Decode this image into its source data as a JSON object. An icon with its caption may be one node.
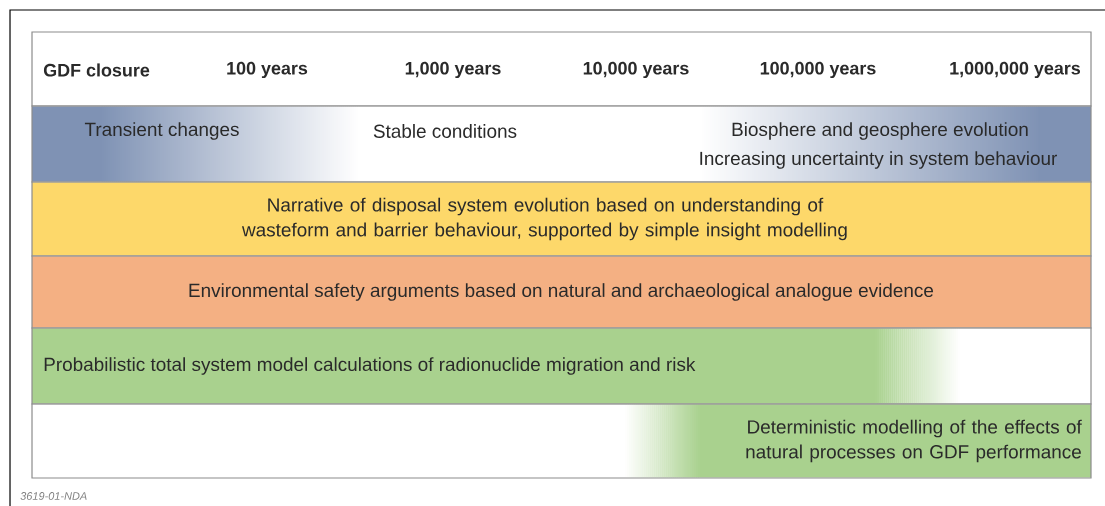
{
  "diagram": {
    "nodes": [
      {
        "text": [
          "GDF closure",
          "100 years",
          "1,000 years",
          "10,000 years",
          "100,000 years",
          "1,000,000 years"
        ]
      },
      {
        "text": [
          "Transient changes",
          "Stable conditions",
          "Biosphere and geosphere evolution",
          "Increasing uncertainty in system behaviour"
        ]
      },
      {
        "text": [
          "Narrative of disposal system evolution based on understanding of wasteform and barrier behaviour, supported by simple insight modelling"
        ]
      },
      {
        "text": [
          "Environmental safety arguments based on natural and archaeological analogue evidence"
        ]
      },
      {
        "text": [
          "Probabilistic total system model calculations of radionuclide migration and risk"
        ]
      },
      {
        "text": [
          "Deterministic modelling of the effects of natural processes on GDF performance"
        ]
      }
    ],
    "labels": [
      "3619-01-NDA"
    ]
  }
}
